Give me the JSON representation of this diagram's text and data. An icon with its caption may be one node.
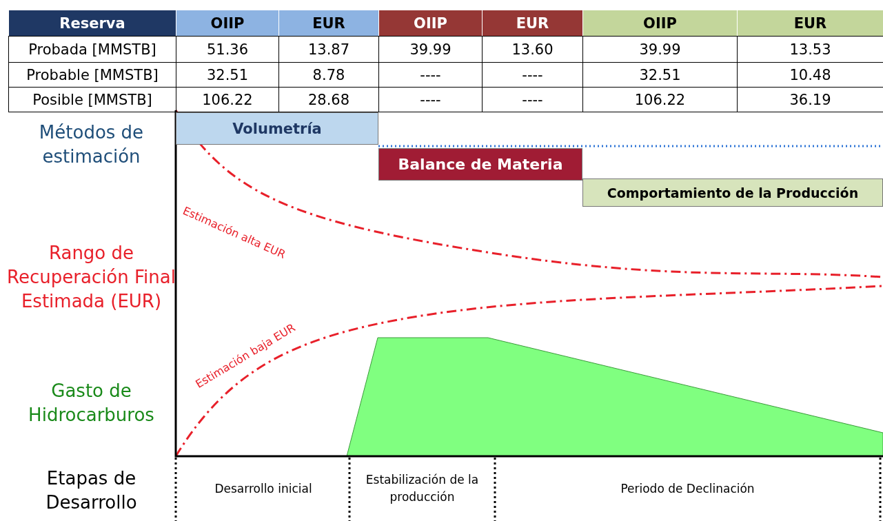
{
  "diagram": {
    "nodes": [
      {
        "text": [
          "Volumetría"
        ]
      },
      {
        "text": [
          "Balance de Materia"
        ]
      },
      {
        "text": [
          "Comportamiento de la Producción"
        ]
      }
    ],
    "labels": [
      "Reserva",
      "OIIP",
      "EUR",
      "OIIP",
      "EUR",
      "OIIP",
      "EUR",
      "Probada [MMSTB]",
      "51.36",
      "13.87",
      "39.99",
      "13.60",
      "39.99",
      "13.53",
      "Probable [MMSTB]",
      "32.51",
      "8.78",
      "----",
      "----",
      "32.51",
      "10.48",
      "Posible [MMSTB]",
      "106.22",
      "28.68",
      "----",
      "----",
      "106.22",
      "36.19",
      "Métodos de estimación",
      "Rango de Recuperación Final Estimada (EUR)",
      "Gasto de Hidrocarburos",
      "Etapas de Desarrollo",
      "Estimación alta EUR",
      "Estimación baja EUR",
      "Desarrollo inicial",
      "Estabilización de la producción",
      "Periodo de Declinación"
    ]
  }
}
